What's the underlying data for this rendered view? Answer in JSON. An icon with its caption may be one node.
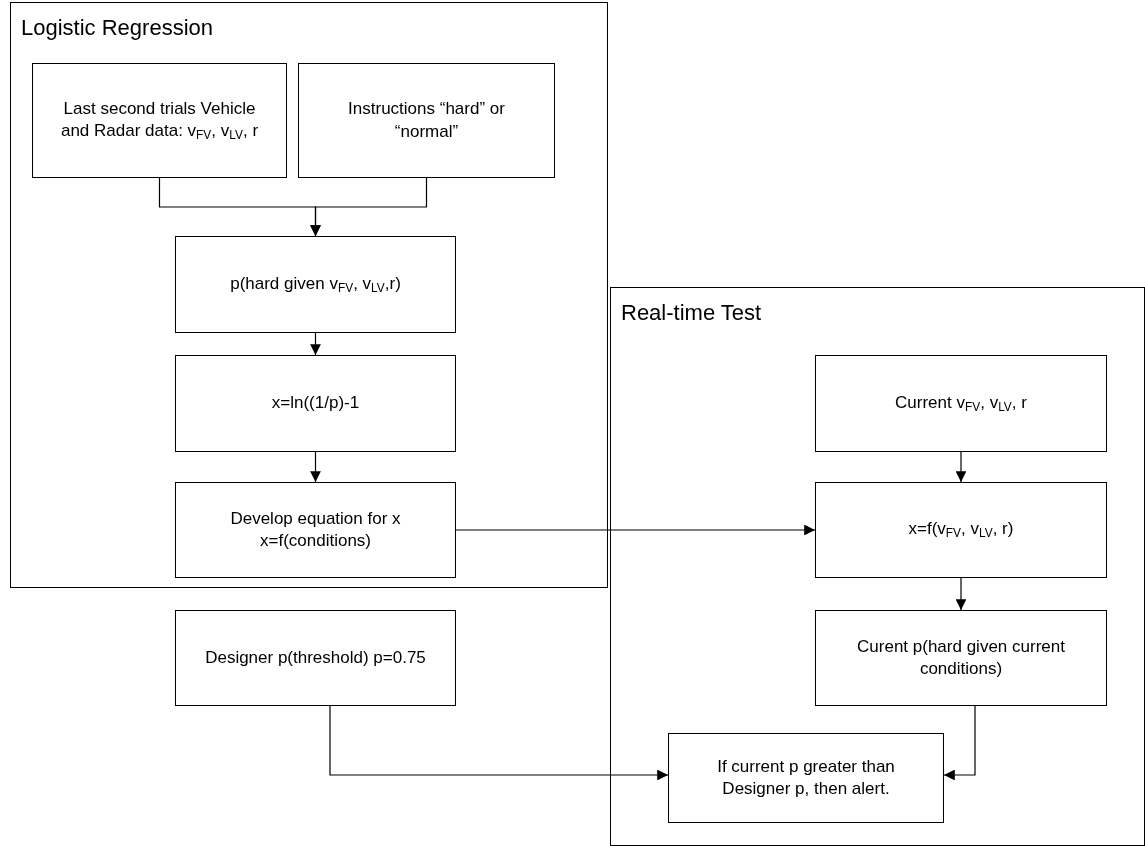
{
  "diagram": {
    "nodes": [
      {
        "text": [
          "Logistic Regression"
        ]
      },
      {
        "text": [
          "Last second trials Vehicle and Radar data: v$_{FV}$, v$_{LV}$, r"
        ],
        "in": 0
      },
      {
        "text": [
          "Instructions “hard” or “normal”"
        ],
        "in": 0
      },
      {
        "text": [
          "p(hard given v$_{FV}$, v$_{LV}$,r)"
        ],
        "in": 0
      },
      {
        "text": [
          "x=ln((1/p)-1"
        ],
        "in": 0
      },
      {
        "text": [
          "Develop equation for x x=f(conditions)"
        ],
        "in": 0
      },
      {
        "text": [
          "Real-time Test"
        ]
      },
      {
        "text": [
          "Current v$_{FV}$, v$_{LV}$,  r"
        ],
        "in": 6
      },
      {
        "text": [
          "x=f(v$_{FV}$, v$_{LV}$, r)"
        ],
        "in": 6
      },
      {
        "text": [
          "Curent p(hard given current conditions)"
        ],
        "in": 6
      },
      {
        "text": [
          "If current p greater than Designer p, then alert."
        ],
        "in": 6
      },
      {
        "text": [
          "Designer p(threshold) p=0.75"
        ]
      }
    ],
    "edges": [
      {
        "from": 1,
        "to": 3,
        "arrow": "to"
      },
      {
        "from": 2,
        "to": 3,
        "arrow": "to"
      },
      {
        "from": 3,
        "to": 4,
        "arrow": "to"
      },
      {
        "from": 4,
        "to": 5,
        "arrow": "to"
      },
      {
        "from": 5,
        "to": 8,
        "arrow": "to"
      },
      {
        "from": 7,
        "to": 8,
        "arrow": "to"
      },
      {
        "from": 8,
        "to": 9,
        "arrow": "to"
      },
      {
        "from": 9,
        "to": 10,
        "arrow": "to"
      },
      {
        "from": 11,
        "to": 10,
        "arrow": "to"
      }
    ]
  }
}
